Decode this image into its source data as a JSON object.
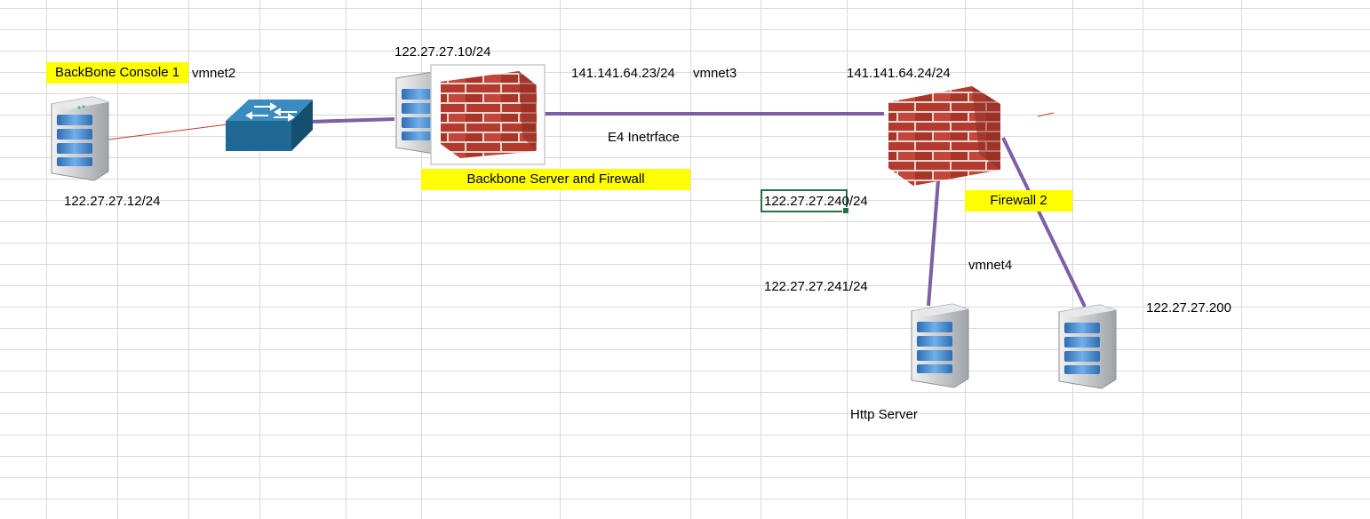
{
  "colors": {
    "link": "#7e5fa5",
    "thin_link": "#c0392b",
    "highlight": "#ffff00",
    "brick": "#b33a2e",
    "server_blue": "#3f7fc4",
    "switch_blue": "#1f6a94"
  },
  "nodes": {
    "console1": {
      "icon": "server-icon"
    },
    "switch": {
      "icon": "network-switch-icon"
    },
    "backbone_server": {
      "icon": "server-icon"
    },
    "backbone_firewall": {
      "icon": "firewall-icon"
    },
    "firewall2": {
      "icon": "firewall-icon"
    },
    "http_server": {
      "icon": "server-icon"
    },
    "server200": {
      "icon": "server-icon"
    }
  },
  "labels": {
    "console1_title": "BackBone Console 1",
    "console1_net": "vmnet2",
    "console1_ip": "122.27.27.12/24",
    "backbone_ip": "122.27.27.10/24",
    "backbone_title": "Backbone Server and Firewall",
    "link_ip_left": "141.141.64.23/24",
    "link_net": "vmnet3",
    "link_iface": "E4 Inetrface",
    "fw2_ip_top": "141.141.64.24/24",
    "fw2_title": "Firewall 2",
    "fw2_ip_inner": "122.27.27.240/24",
    "http_ip": "122.27.27.241/24",
    "http_net": "vmnet4",
    "http_title": "Http Server",
    "server200_ip": "122.27.27.200"
  }
}
